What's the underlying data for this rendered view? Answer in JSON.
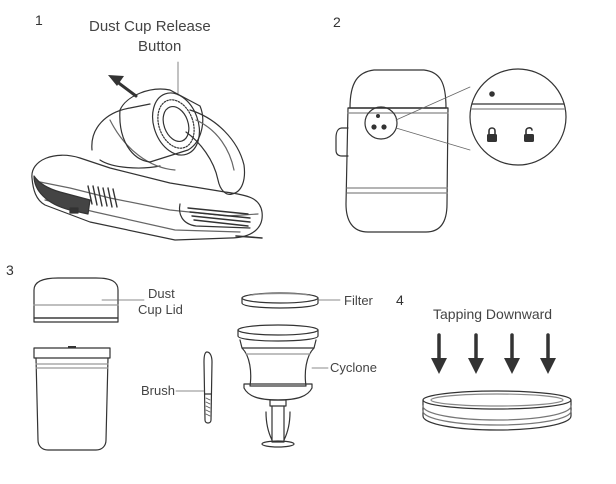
{
  "steps": {
    "one": {
      "number": "1",
      "callout_line1": "Dust Cup Release",
      "callout_line2": "Button"
    },
    "two": {
      "number": "2"
    },
    "three": {
      "number": "3",
      "dust_cup_lid_line1": "Dust",
      "dust_cup_lid_line2": "Cup Lid",
      "brush": "Brush",
      "filter": "Filter",
      "cyclone": "Cyclone"
    },
    "four": {
      "number": "4",
      "title": "Tapping Downward"
    }
  }
}
